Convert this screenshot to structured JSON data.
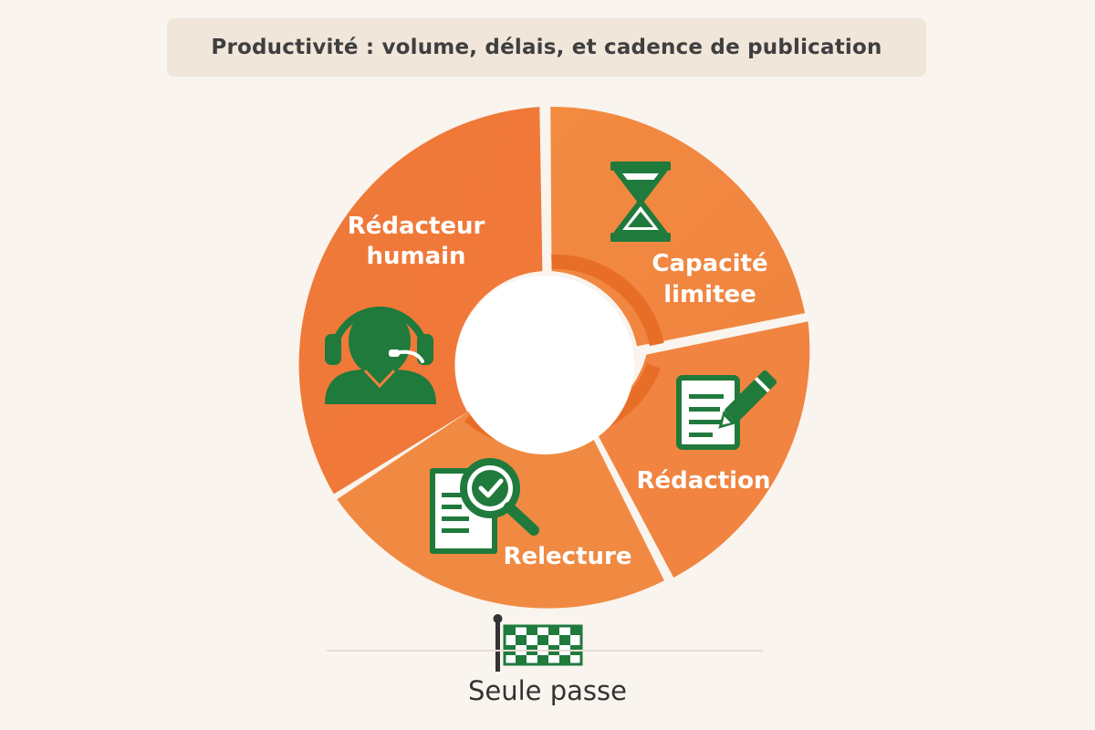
{
  "title": "Productivité : volume, délais, et cadence de publication",
  "segments": [
    {
      "line1": "Rédacteur",
      "line2": "humain",
      "icon": "headset-user-icon"
    },
    {
      "line1": "Capacité",
      "line2": "limitee",
      "icon": "hourglass-icon"
    },
    {
      "line1": "Rédaction",
      "icon": "document-pencil-icon"
    },
    {
      "line1": "Relecture",
      "icon": "document-magnifier-check-icon"
    }
  ],
  "footer": {
    "label": "Seule passe",
    "icon": "checkered-flag-icon"
  },
  "colors": {
    "background": "#f9f4ee",
    "banner": "#f0e6da",
    "segment_orange": "#f0803c",
    "segment_orange_dark": "#ec7434",
    "inner_ring": "#e86e28",
    "icon_green": "#1f7a3c"
  }
}
